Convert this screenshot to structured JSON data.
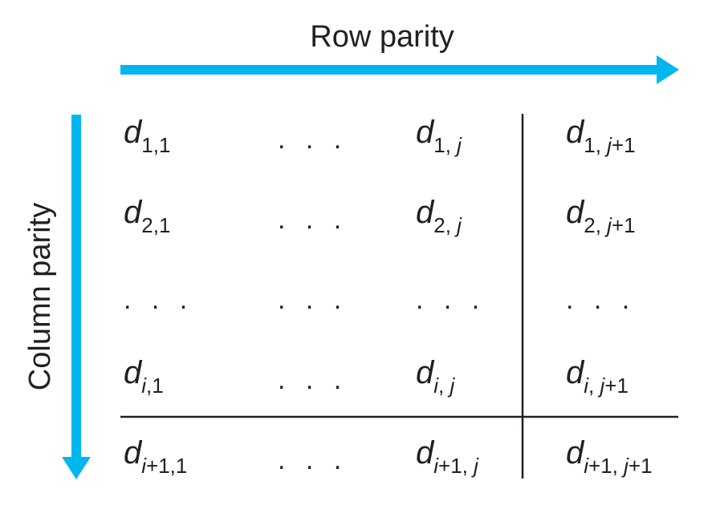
{
  "row_parity_label": "Row parity",
  "column_parity_label": "Column parity",
  "arrow_color": "#00b6ef",
  "line_color": "#231f20",
  "ellipsis": "...",
  "matrix": {
    "rows": [
      [
        {
          "base": "d",
          "sub": [
            [
              "1",
              false
            ],
            [
              ",",
              false
            ],
            [
              "1",
              false
            ]
          ]
        },
        {
          "ellipsis": true
        },
        {
          "base": "d",
          "sub": [
            [
              "1",
              false
            ],
            [
              ", ",
              false
            ],
            [
              "j",
              true
            ]
          ]
        },
        {
          "base": "d",
          "sub": [
            [
              "1",
              false
            ],
            [
              ", ",
              false
            ],
            [
              "j",
              true
            ],
            [
              "+1",
              false
            ]
          ]
        }
      ],
      [
        {
          "base": "d",
          "sub": [
            [
              "2",
              false
            ],
            [
              ",",
              false
            ],
            [
              "1",
              false
            ]
          ]
        },
        {
          "ellipsis": true
        },
        {
          "base": "d",
          "sub": [
            [
              "2",
              false
            ],
            [
              ", ",
              false
            ],
            [
              "j",
              true
            ]
          ]
        },
        {
          "base": "d",
          "sub": [
            [
              "2",
              false
            ],
            [
              ", ",
              false
            ],
            [
              "j",
              true
            ],
            [
              "+1",
              false
            ]
          ]
        }
      ],
      [
        {
          "ellipsis": true
        },
        {
          "ellipsis": true
        },
        {
          "ellipsis": true
        },
        {
          "ellipsis": true
        }
      ],
      [
        {
          "base": "d",
          "sub": [
            [
              "i",
              true
            ],
            [
              ",",
              false
            ],
            [
              "1",
              false
            ]
          ]
        },
        {
          "ellipsis": true
        },
        {
          "base": "d",
          "sub": [
            [
              "i",
              true
            ],
            [
              ", ",
              false
            ],
            [
              "j",
              true
            ]
          ]
        },
        {
          "base": "d",
          "sub": [
            [
              "i",
              true
            ],
            [
              ", ",
              false
            ],
            [
              "j",
              true
            ],
            [
              "+1",
              false
            ]
          ]
        }
      ],
      [
        {
          "base": "d",
          "sub": [
            [
              "i",
              true
            ],
            [
              "+1,1",
              false
            ]
          ]
        },
        {
          "ellipsis": true
        },
        {
          "base": "d",
          "sub": [
            [
              "i",
              true
            ],
            [
              "+1, ",
              false
            ],
            [
              "j",
              true
            ]
          ]
        },
        {
          "base": "d",
          "sub": [
            [
              "i",
              true
            ],
            [
              "+1, ",
              false
            ],
            [
              "j",
              true
            ],
            [
              "+1",
              false
            ]
          ]
        }
      ]
    ]
  }
}
